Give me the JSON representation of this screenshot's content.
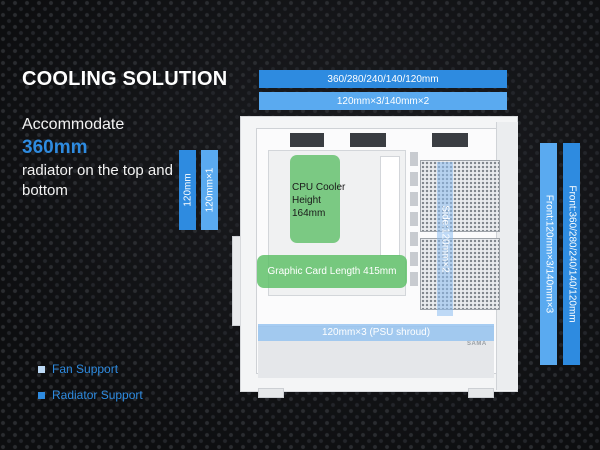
{
  "heading": "COOLING SOLUTION",
  "intro": {
    "line1": "Accommodate",
    "size": "360mm",
    "line2": "radiator on the top and bottom"
  },
  "legend": {
    "fan": "Fan Support",
    "radiator": "Radiator Support",
    "fan_color": "#bcd9f5",
    "radiator_color": "#2e8be0"
  },
  "top": {
    "radiator": "360/280/240/140/120mm",
    "fan": "120mm×3/140mm×2"
  },
  "rear": {
    "radiator": "120mm",
    "fan": "120mm×1"
  },
  "front": {
    "fan": "Front:120mm×3/140mm×3",
    "radiator": "Front:360/280/240/140/120mm"
  },
  "side": "Side:120mm×2",
  "psu_shroud": "120mm×3 (PSU shroud)",
  "cpu_cooler": {
    "line1": "CPU Cooler",
    "line2": "Height",
    "line3": "164mm"
  },
  "gpu": "Graphic Card Length 415mm",
  "brand": "SAMA",
  "colors": {
    "accent_blue": "#2e8be0",
    "light_blue": "#5aaaf0",
    "green_overlay": "#5abe64"
  }
}
